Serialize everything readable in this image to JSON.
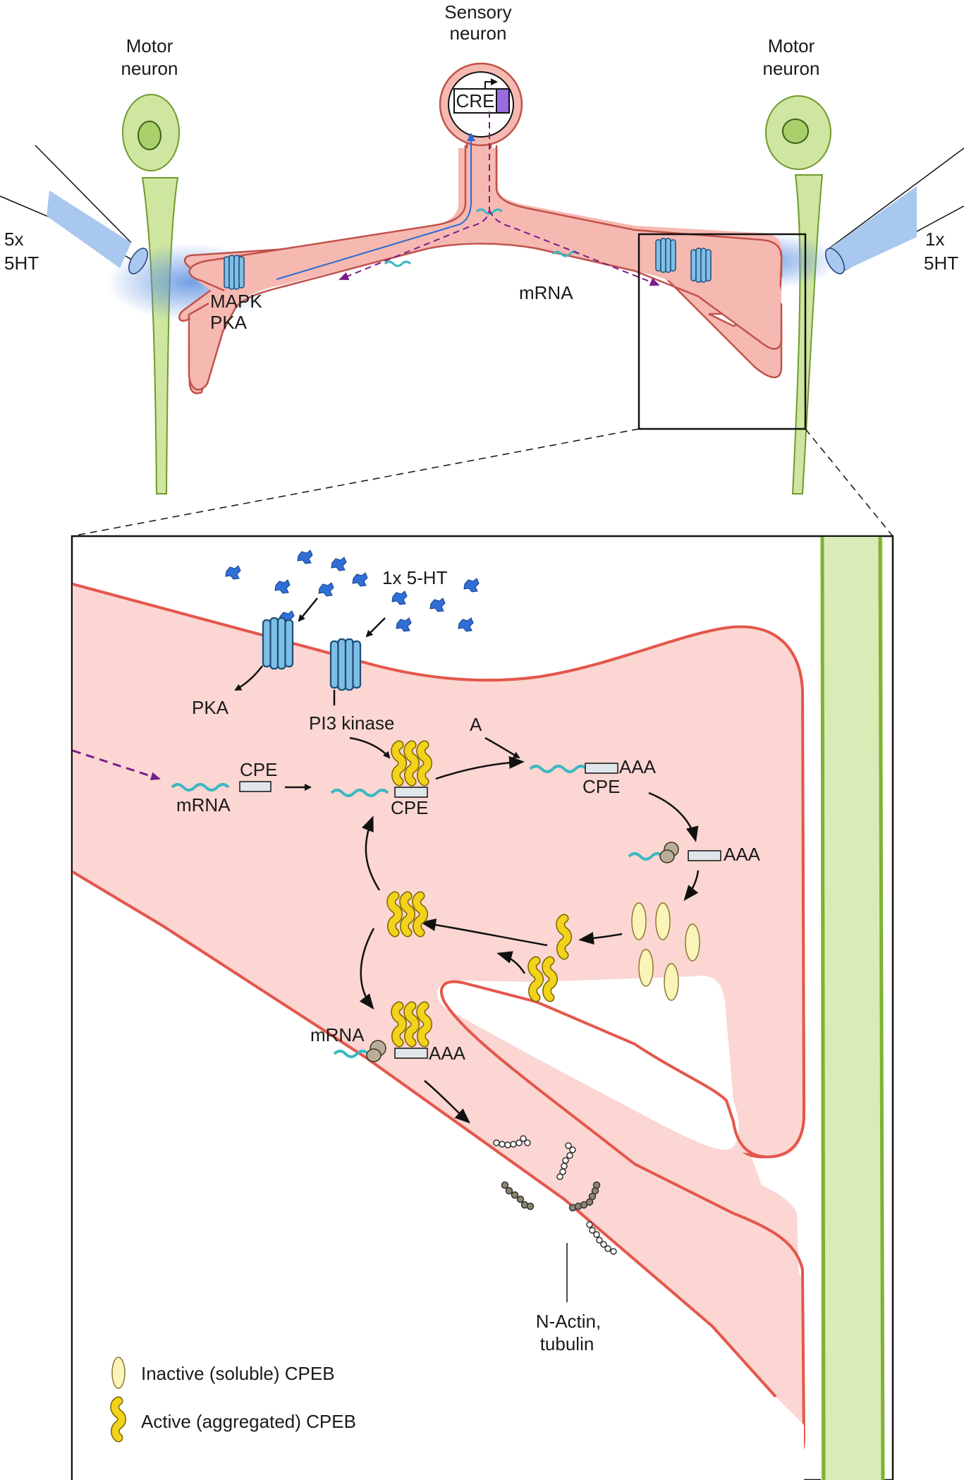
{
  "top": {
    "sensory_line1": "Sensory",
    "sensory_line2": "neuron",
    "cre": "CRE",
    "motor_left_line1": "Motor",
    "motor_left_line2": "neuron",
    "motor_right_line1": "Motor",
    "motor_right_line1b": "neuron",
    "stim_left_line1": "5x",
    "stim_left_line2": "5HT",
    "stim_right_line1": "1x",
    "stim_right_line2": "5HT",
    "mapk": "MAPK",
    "pka": "PKA",
    "mrna": "mRNA"
  },
  "inset": {
    "stim": "1x 5-HT",
    "pka": "PKA",
    "pi3k": "PI3 kinase",
    "a_label": "A",
    "mrna_left": "mRNA",
    "cpe_left": "CPE",
    "cpe_center": "CPE",
    "aaa_top": "AAA",
    "cpe_top": "CPE",
    "aaa_ribo": "AAA",
    "mrna_bottom": "mRNA",
    "aaa_bottom": "AAA",
    "actin_line1": "N-Actin,",
    "actin_line2": "tubulin"
  },
  "legend": {
    "inactive": "Inactive (soluble) CPEB",
    "active": "Active (aggregated) CPEB"
  },
  "colors": {
    "neuron_fill": "#f6b9b2",
    "neuron_stroke": "#c0524a",
    "inset_fill": "#fbd6d2",
    "inset_stroke": "#e4574c",
    "motor_fill": "#cfe6a0",
    "motor_stroke": "#6f9a2e",
    "receptor": "#7fbfe6",
    "serotonin": "#2f6fd6",
    "mrna": "#3bb8c2",
    "cpeb_active": "#f2d21a",
    "cpeb_inactive": "#fbf4b8",
    "mpath": "#7a1d8a",
    "bluepath": "#2d6ad8",
    "pipette": "#a9c8ef"
  }
}
